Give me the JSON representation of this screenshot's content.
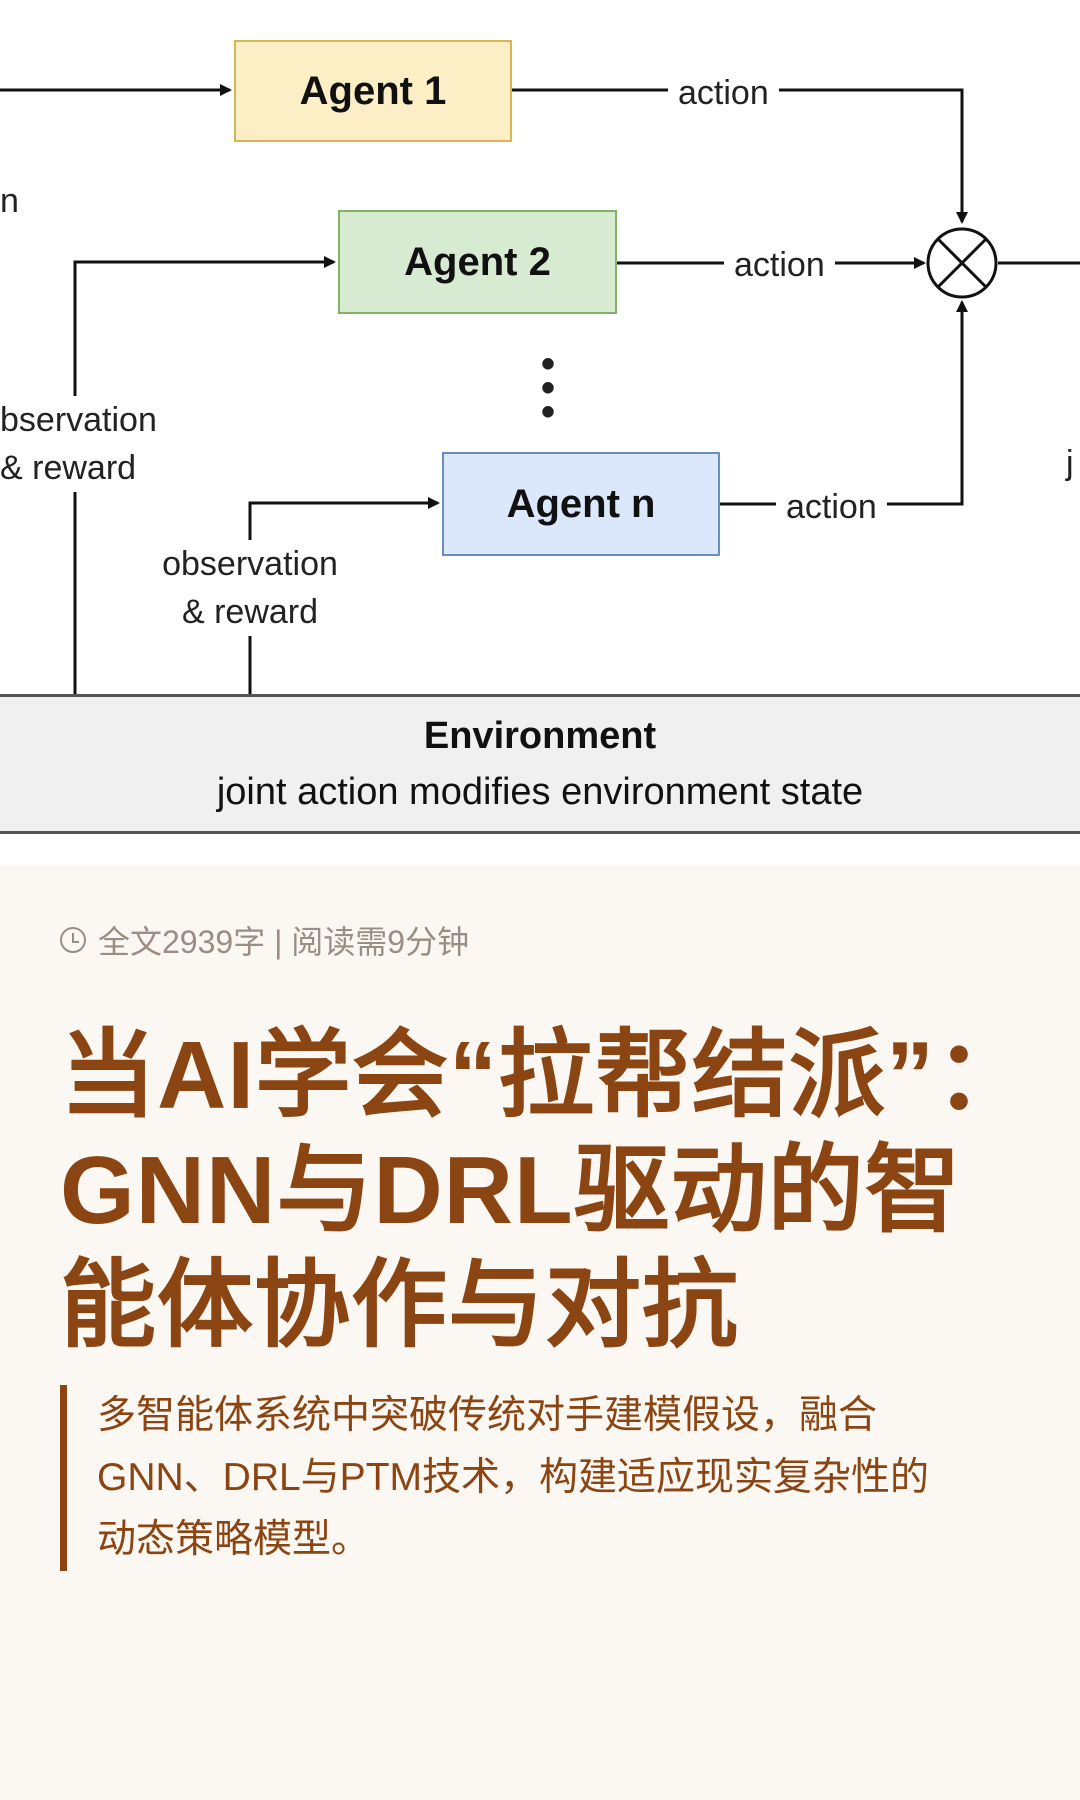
{
  "diagram": {
    "agents": [
      {
        "label": "Agent 1",
        "fill": "#fcefc6",
        "stroke": "#d7b656"
      },
      {
        "label": "Agent 2",
        "fill": "#d6ebd2",
        "stroke": "#82b267"
      },
      {
        "label": "Agent n",
        "fill": "#dbe7fb",
        "stroke": "#6c8ebf"
      }
    ],
    "action_label": "action",
    "partial_left_label": "n",
    "partial_observation_line1": "bservation",
    "partial_observation_line2": "& reward",
    "observation_line1": "observation",
    "observation_line2": "& reward",
    "partial_right_label": "j",
    "vertical_dots": "⋮",
    "environment": {
      "title": "Environment",
      "subtitle": "joint action modifies environment state"
    },
    "combiner_icon": "circle-x-icon"
  },
  "article": {
    "meta_icon": "clock-icon",
    "meta_text": "全文2939字 | 阅读需9分钟",
    "title_lines": [
      "当AI学会“拉帮结派”：",
      "GNN与DRL驱动的智",
      "能体协作与对抗"
    ],
    "summary_lines": [
      "多智能体系统中突破传统对手建模假设，融合",
      "GNN、DRL与PTM技术，构建适应现实复杂性的",
      "动态策略模型。"
    ]
  },
  "colors": {
    "accent": "#8b4513",
    "background": "#fbf7f2",
    "meta": "#9a8e84"
  }
}
